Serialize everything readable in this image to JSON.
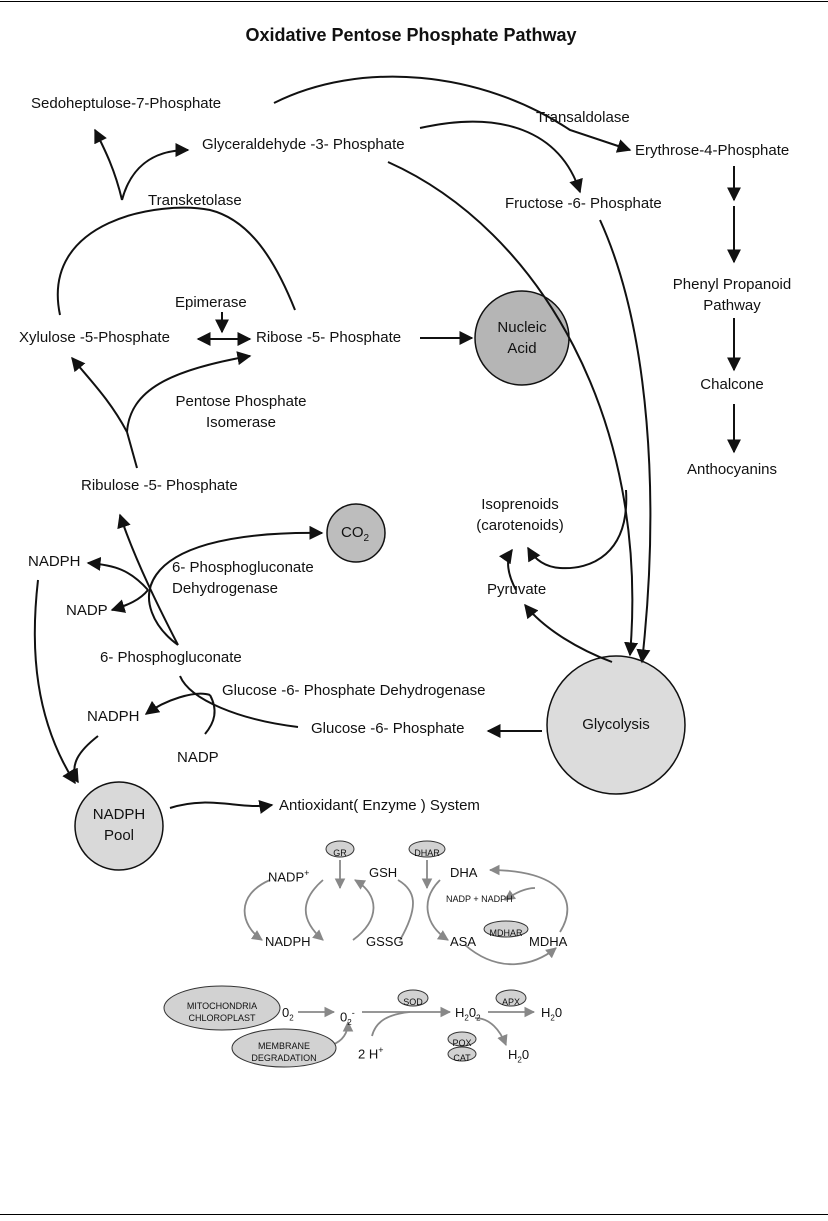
{
  "title": "Oxidative Pentose Phosphate Pathway",
  "nodes": {
    "sedoheptulose": "Sedoheptulose-7-Phosphate",
    "glyceraldehyde": "Glyceraldehyde -3- Phosphate",
    "transaldolase": "Transaldolase",
    "erythrose": "Erythrose-4-Phosphate",
    "fructose": "Fructose -6- Phosphate",
    "transketolase": "Transketolase",
    "phenyl_line1": "Phenyl Propanoid",
    "phenyl_line2": "Pathway",
    "epimerase": "Epimerase",
    "xylulose": "Xylulose -5-Phosphate",
    "ribose": "Ribose -5- Phosphate",
    "nucleic_line1": "Nucleic",
    "nucleic_line2": "Acid",
    "chalcone": "Chalcone",
    "isomerase_line1": "Pentose Phosphate",
    "isomerase_line2": "Isomerase",
    "anthocyanins": "Anthocyanins",
    "ribulose": "Ribulose -5- Phosphate",
    "isoprenoids_line1": "Isoprenoids",
    "isoprenoids_line2": "(carotenoids)",
    "co2": "CO",
    "co2_sub": "2",
    "nadph_1": "NADPH",
    "pgd_line1": "6- Phosphogluconate",
    "pgd_line2": "Dehydrogenase",
    "nadp_1": "NADP",
    "pyruvate": "Pyruvate",
    "phosphogluconate": "6- Phosphogluconate",
    "g6pd": "Glucose -6- Phosphate Dehydrogenase",
    "nadph_2": "NADPH",
    "glucose6p": "Glucose -6- Phosphate",
    "glycolysis": "Glycolysis",
    "nadp_2": "NADP",
    "pool_line1": "NADPH",
    "pool_line2": "Pool",
    "antioxidant": "Antioxidant( Enzyme ) System"
  },
  "antioxidant": {
    "gr": "GR",
    "dhar": "DHAR",
    "nadp_plus": "NADP",
    "plus": "+",
    "gsh": "GSH",
    "dha": "DHA",
    "nadp_nadph": "NADP + NADPH",
    "nadph": "NADPH",
    "gssg": "GSSG",
    "asa": "ASA",
    "mdhar": "MDHAR",
    "mdha": "MDHA",
    "mito_line1": "MITOCHONDRIA",
    "mito_line2": "CHLOROPLAST",
    "o2": "0",
    "o2_sub": "2",
    "superoxide": "0",
    "superoxide_sub": "2",
    "superoxide_sup": "-",
    "sod": "SOD",
    "h2o2_a": "H",
    "h2o2_sub1": "2",
    "h2o2_b": "0",
    "h2o2_sub2": "2",
    "apx": "APX",
    "h2o_1a": "H",
    "h2o_1sub": "2",
    "h2o_1b": "0",
    "membrane_line1": "MEMBRANE",
    "membrane_line2": "DEGRADATION",
    "two_h": "2 H",
    "two_h_sup": "+",
    "pox": "POX",
    "cat": "CAT",
    "h2o_2a": "H",
    "h2o_2sub": "2",
    "h2o_2b": "0"
  },
  "colors": {
    "main_stroke": "#111111",
    "secondary_stroke": "#888888",
    "nucleic_fill": "#b5b5b5",
    "co2_fill": "#bdbdbd",
    "glycolysis_fill": "#dcdcdc",
    "pool_fill": "#d9d9d9",
    "enzyme_fill": "#d2d2d2"
  }
}
